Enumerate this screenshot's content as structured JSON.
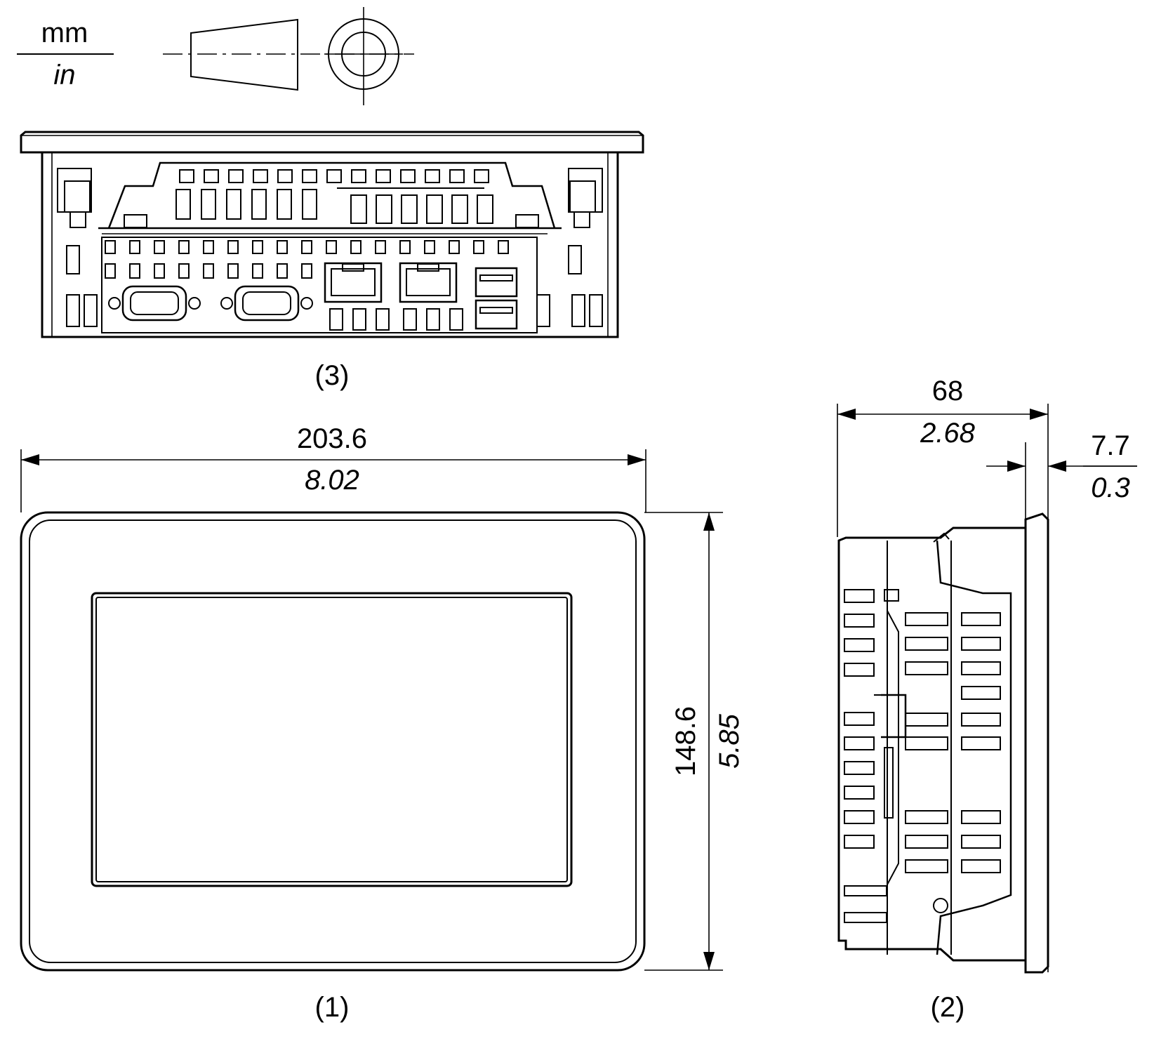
{
  "units": {
    "top": "mm",
    "bottom": "in"
  },
  "views": {
    "front": {
      "label": "(1)"
    },
    "side": {
      "label": "(2)"
    },
    "bottom": {
      "label": "(3)"
    }
  },
  "dimensions": {
    "width": {
      "mm": "203.6",
      "in": "8.02"
    },
    "height": {
      "mm": "148.6",
      "in": "5.85"
    },
    "depth": {
      "mm": "68",
      "in": "2.68"
    },
    "bezel": {
      "mm": "7.7",
      "in": "0.3"
    }
  },
  "symbols": [
    "third-angle-projection-icon"
  ],
  "colors": {
    "line": "#000000",
    "background": "#ffffff"
  }
}
